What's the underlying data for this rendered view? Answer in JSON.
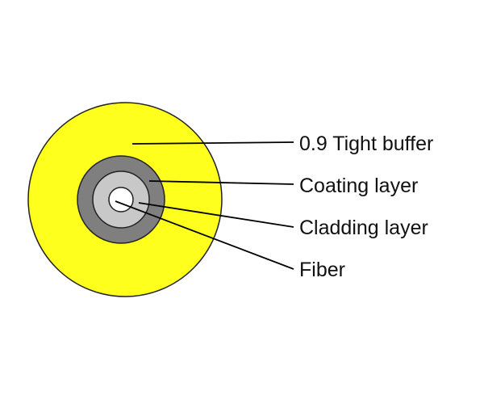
{
  "diagram": {
    "labels": {
      "buffer": "0.9 Tight buffer",
      "coating": "Coating layer",
      "cladding": "Cladding layer",
      "fiber": "Fiber"
    },
    "colors": {
      "background": "#ffffff",
      "buffer": "#ffff1e",
      "coating": "#7f7f7f",
      "cladding": "#c8c8c8",
      "fiber": "#ffffff",
      "outline": "#222222",
      "leader": "#000000"
    }
  }
}
